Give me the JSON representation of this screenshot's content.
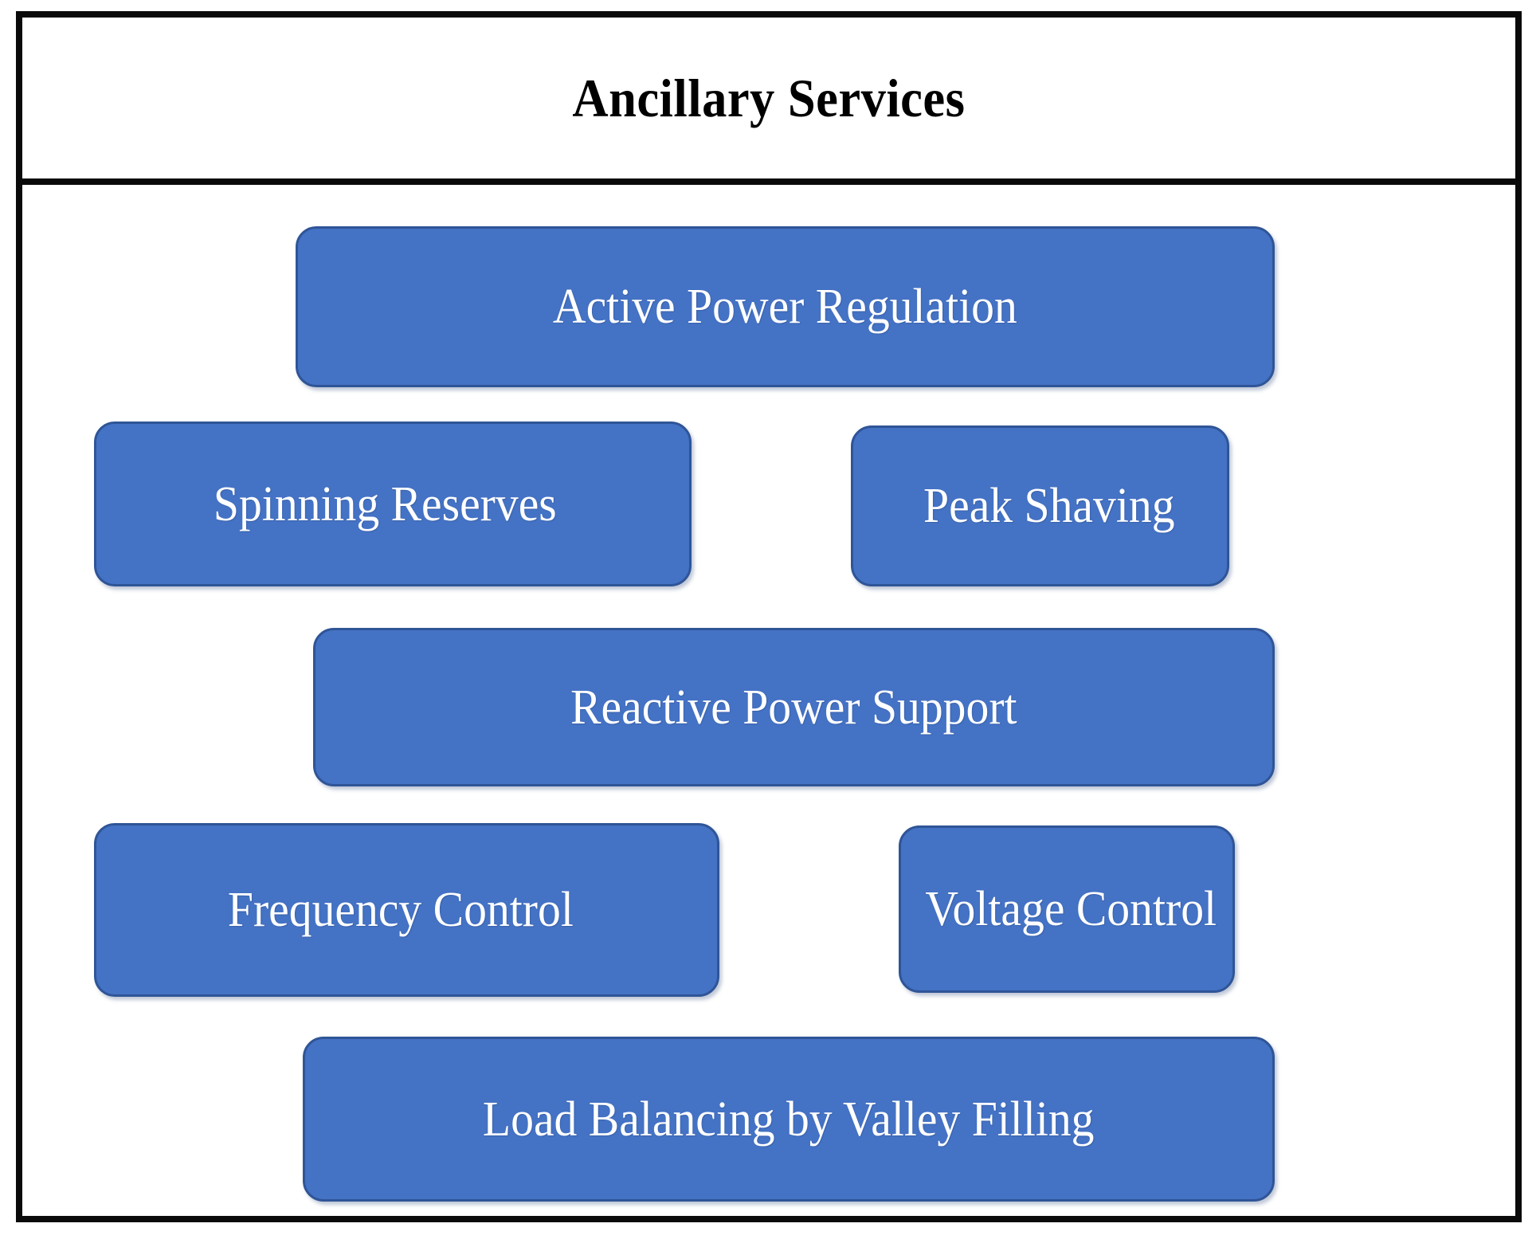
{
  "diagram": {
    "title": "Ancillary Services",
    "type": "grouped-node-diagram",
    "frame": {
      "border_color": "#000000",
      "background_color": "#FFFFFF"
    },
    "node_style": {
      "fill_color": "#4472C4",
      "border_color": "#2F5597",
      "text_color": "#FFFFFF",
      "shape": "rounded-rectangle"
    },
    "rows": [
      {
        "row_index": 1,
        "nodes": [
          {
            "id": "active-power-regulation",
            "label": "Active Power Regulation"
          }
        ]
      },
      {
        "row_index": 2,
        "nodes": [
          {
            "id": "spinning-reserves",
            "label": "Spinning Reserves"
          },
          {
            "id": "peak-shaving",
            "label": "Peak Shaving"
          }
        ]
      },
      {
        "row_index": 3,
        "nodes": [
          {
            "id": "reactive-power-support",
            "label": "Reactive Power Support"
          }
        ]
      },
      {
        "row_index": 4,
        "nodes": [
          {
            "id": "frequency-control",
            "label": "Frequency Control"
          },
          {
            "id": "voltage-control",
            "label": "Voltage Control"
          }
        ]
      },
      {
        "row_index": 5,
        "nodes": [
          {
            "id": "load-balancing-valley-filling",
            "label": "Load Balancing by Valley Filling"
          }
        ]
      }
    ]
  }
}
